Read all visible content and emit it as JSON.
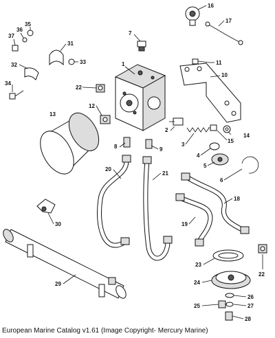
{
  "caption": "European Marine Catalog v1.61 (Image Copyright- Mercury Marine)",
  "callouts": {
    "c1": "1",
    "c2": "2",
    "c3": "3",
    "c4": "4",
    "c5": "5",
    "c6": "6",
    "c7": "7",
    "c8": "8",
    "c9": "9",
    "c10": "10",
    "c11": "11",
    "c12": "12",
    "c13": "13",
    "c14": "14",
    "c15": "15",
    "c16": "16",
    "c17": "17",
    "c18": "18",
    "c19": "19",
    "c20": "20",
    "c21": "21",
    "c22a": "22",
    "c22b": "22",
    "c23": "23",
    "c24": "24",
    "c25": "25",
    "c26": "26",
    "c27": "27",
    "c28": "28",
    "c29": "29",
    "c30": "30",
    "c31": "31",
    "c32": "32",
    "c33": "33",
    "c34": "34",
    "c35": "35",
    "c36": "36",
    "c37": "37"
  }
}
